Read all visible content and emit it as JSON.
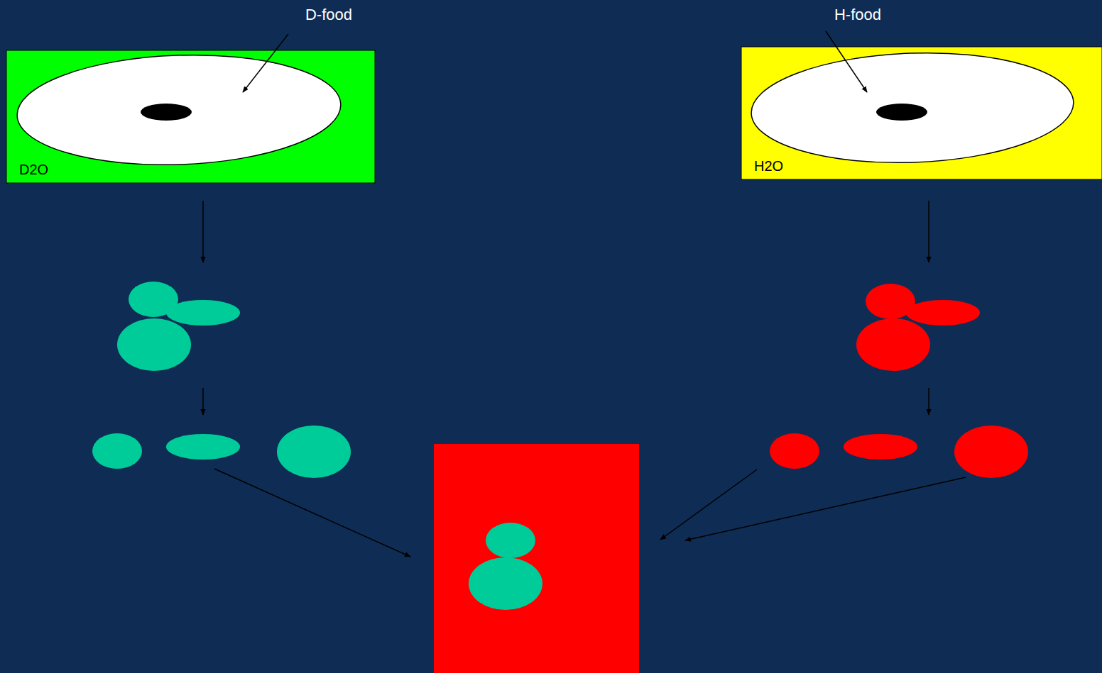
{
  "diagram": {
    "nodes": [
      {
        "text": [
          "D2O"
        ]
      },
      {
        "text": [
          "H2O"
        ]
      }
    ],
    "labels": [
      "D-food",
      "H-food"
    ]
  }
}
